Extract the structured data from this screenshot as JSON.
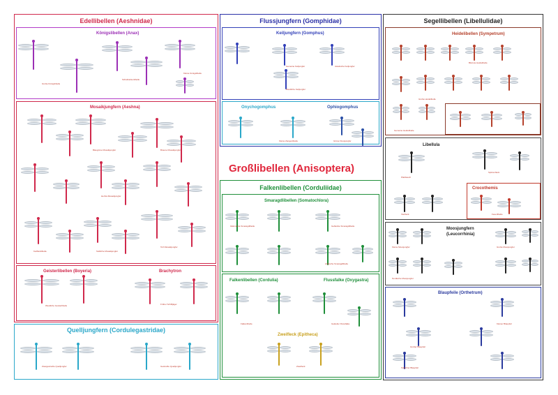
{
  "main_title": "Großlibellen (Anisoptera)",
  "families": {
    "aeshnidae": {
      "title": "Edellibellen (Aeshnidae)",
      "color": "#d0284b"
    },
    "gomphidae": {
      "title": "Flussjungfern (Gomphidae)",
      "color": "#2a2fa6"
    },
    "libellulidae": {
      "title": "Segellibellen (Libellulidae)",
      "color": "#222222"
    },
    "corduliidae": {
      "title": "Falkenlibellen (Corduliidae)",
      "color": "#1f8f3a"
    },
    "cordulegastridae": {
      "title": "Quelljungfern (Cordulegastridae)",
      "color": "#2aa7c9"
    }
  },
  "genera": {
    "anax": "Königslibellen (Anax)",
    "aeshna": "Mosaikjungfern (Aeshna)",
    "boyeria": "Geisterlibellen (Boyeria)",
    "brachytron": "Brachytron",
    "gomphus": "Keiljungfern (Gomphus)",
    "onychogomphus": "Onychogomphus",
    "ophiogomphus": "Ophiogomphus",
    "sympetrum": "Heidelibellen (Sympetrum)",
    "libellula": "Libellula",
    "crocothemis": "Crocothemis",
    "leucorrhinia_1": "Moosjungfern",
    "leucorrhinia_2": "(Leucorrhinia)",
    "orthetrum": "Blaupfeile (Orthetrum)",
    "somatochlora": "Smaragdlibellen (Somatochlora)",
    "cordulia": "Falkenlibellen (Cordulia)",
    "oxygastra": "Flussfalke (Oxygastra)",
    "epitheca": "Zweifleck (Epitheca)"
  },
  "species": {
    "anax_imperator": "Große Königslibelle",
    "anax_parthenope": "Kleine Königslibelle",
    "anax_ephippiger": "Schabrackenlibelle",
    "aeshna_cyanea": "Blaugrüne Mosaikjungfer",
    "aeshna_grandis": "Braune Mosaikjungfer",
    "aeshna_juncea": "Torf-Mosaikjungfer",
    "aeshna_mixta": "Herbst-Mosaikjungfer",
    "aeshna_affinis": "Südliche Mosaikjungfer",
    "aeshna_isoceles": "Keilflecklibelle",
    "boyeria_irene": "Westliche Geisterlibelle",
    "brachytron_pratense": "Früher Schilfjäger",
    "gomphus_vulgatissimus": "Gemeine Keiljungfer",
    "gomphus_pulchellus": "Westliche Keiljungfer",
    "gomphus_flavipes": "Asiatische Keiljungfer",
    "onychogomphus_forcipatus": "Kleine Zangenlibelle",
    "ophiogomphus_cecilia": "Grüne Flussjungfer",
    "sympetrum_striolatum": "Große Heidelibelle",
    "sympetrum_sanguineum": "Blutrote Heidelibelle",
    "sympetrum_vulgatum": "Gemeine Heidelibelle",
    "libellula_depressa": "Plattbauch",
    "libellula_quadrimaculata": "Vierfleck",
    "libellula_fulva": "Spitzenfleck",
    "crocothemis_erythraea": "Feuerlibelle",
    "leucorrhinia_dubia": "Kleine Moosjungfer",
    "leucorrhinia_rubicunda": "Nordische Moosjungfer",
    "leucorrhinia_pectoralis": "Große Moosjungfer",
    "orthetrum_cancellatum": "Großer Blaupfeil",
    "orthetrum_coerulescens": "Kleiner Blaupfeil",
    "orthetrum_brunneum": "Südlicher Blaupfeil",
    "somatochlora_metallica": "Glänzende Smaragdlibelle",
    "somatochlora_flavomaculata": "Gefleckte Smaragdlibelle",
    "somatochlora_arctica": "Arktische Smaragdlibelle",
    "cordulia_aenea": "Falkenlibelle",
    "oxygastra_curtisii": "Gekielter Flussfalke",
    "epitheca_bimaculata": "Zweifleck",
    "cordulegaster_boltonii": "Zweigestreifte Quelljungfer",
    "cordulegaster_bidentata": "Gestreifte Quelljungfer"
  },
  "colors": {
    "anax": "#9b2fb5",
    "aeshna": "#d0284b",
    "boyeria": "#d0284b",
    "brachytron": "#d0284b",
    "gomphus": "#3240b8",
    "onycho": "#2aa7c9",
    "ophio": "#2a4fa6",
    "sympetrum": "#b5412c",
    "libellula": "#222222",
    "crocothemis": "#c0392b",
    "leucorrhinia": "#222222",
    "orthetrum": "#2a3a9e",
    "somatochlora": "#1f8f3a",
    "cordulia": "#1f8f3a",
    "oxygastra": "#1f8f3a",
    "epitheca": "#c8a01e",
    "cordulegastridae": "#2aa7c9"
  }
}
